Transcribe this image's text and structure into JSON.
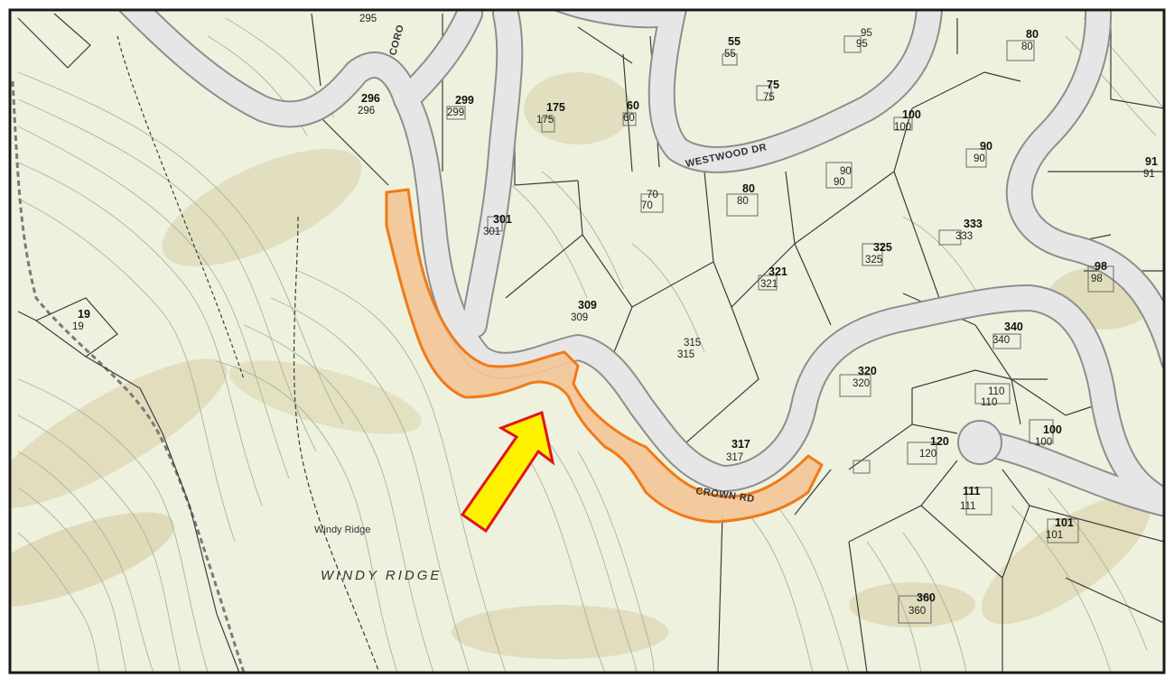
{
  "map": {
    "streets": [
      {
        "id": "westwood",
        "label": "WESTWOOD DR"
      },
      {
        "id": "crown",
        "label": "CROWN RD"
      },
      {
        "id": "corona",
        "label": "CORO"
      }
    ],
    "place_label": "Windy Ridge",
    "area_label": "WINDY RIDGE",
    "parcels": [
      {
        "num": "295",
        "sub": ""
      },
      {
        "num": "296",
        "sub": "296"
      },
      {
        "num": "299",
        "sub": "299"
      },
      {
        "num": "175",
        "sub": "175"
      },
      {
        "num": "60",
        "sub": "60"
      },
      {
        "num": "55",
        "sub": "55"
      },
      {
        "num": "75",
        "sub": "75"
      },
      {
        "num": "95",
        "sub": "95"
      },
      {
        "num": "80",
        "sub": "80"
      },
      {
        "num": "100",
        "sub": "100"
      },
      {
        "num": "90",
        "sub": "90"
      },
      {
        "num": "91",
        "sub": "91"
      },
      {
        "num": "301",
        "sub": "301"
      },
      {
        "num": "70",
        "sub": "70"
      },
      {
        "num": "80",
        "sub": "80"
      },
      {
        "num": "90",
        "sub": "90"
      },
      {
        "num": "333",
        "sub": "333"
      },
      {
        "num": "325",
        "sub": "325"
      },
      {
        "num": "321",
        "sub": "321"
      },
      {
        "num": "98",
        "sub": "98"
      },
      {
        "num": "309",
        "sub": "309"
      },
      {
        "num": "315",
        "sub": "315"
      },
      {
        "num": "340",
        "sub": "340"
      },
      {
        "num": "320",
        "sub": "320"
      },
      {
        "num": "110",
        "sub": "110"
      },
      {
        "num": "100",
        "sub": "100"
      },
      {
        "num": "120",
        "sub": "120"
      },
      {
        "num": "317",
        "sub": "317"
      },
      {
        "num": "111",
        "sub": "111"
      },
      {
        "num": "101",
        "sub": "101"
      },
      {
        "num": "360",
        "sub": "360"
      },
      {
        "num": "19",
        "sub": "19"
      }
    ],
    "colors": {
      "background": "#eef1dd",
      "highlight_fill": "#f3c497",
      "highlight_stroke": "#f07a18",
      "arrow_fill": "#fff200",
      "arrow_stroke": "#e1131a",
      "frame": "#1a1a1a"
    }
  }
}
